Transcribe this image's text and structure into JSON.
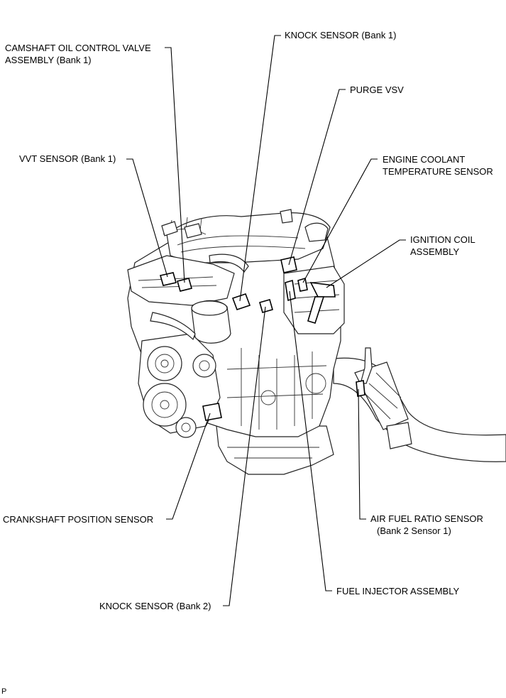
{
  "labels": {
    "camshaft_ocv": [
      "CAMSHAFT OIL CONTROL VALVE",
      "ASSEMBLY (Bank 1)"
    ],
    "vvt_sensor": [
      "VVT SENSOR (Bank 1)"
    ],
    "knock_sensor_bank1": [
      "KNOCK SENSOR (Bank 1)"
    ],
    "purge_vsv": [
      "PURGE VSV"
    ],
    "ect_sensor": [
      "ENGINE COOLANT",
      "TEMPERATURE SENSOR"
    ],
    "ignition_coil": [
      "IGNITION COIL",
      "ASSEMBLY"
    ],
    "air_fuel_ratio_sensor": [
      "AIR FUEL RATIO SENSOR",
      "(Bank 2 Sensor 1)"
    ],
    "fuel_injector": [
      "FUEL INJECTOR ASSEMBLY"
    ],
    "crankshaft_position_sensor": [
      "CRANKSHAFT POSITION SENSOR"
    ],
    "knock_sensor_bank2": [
      "KNOCK SENSOR (Bank 2)"
    ]
  },
  "footer_code": "P"
}
